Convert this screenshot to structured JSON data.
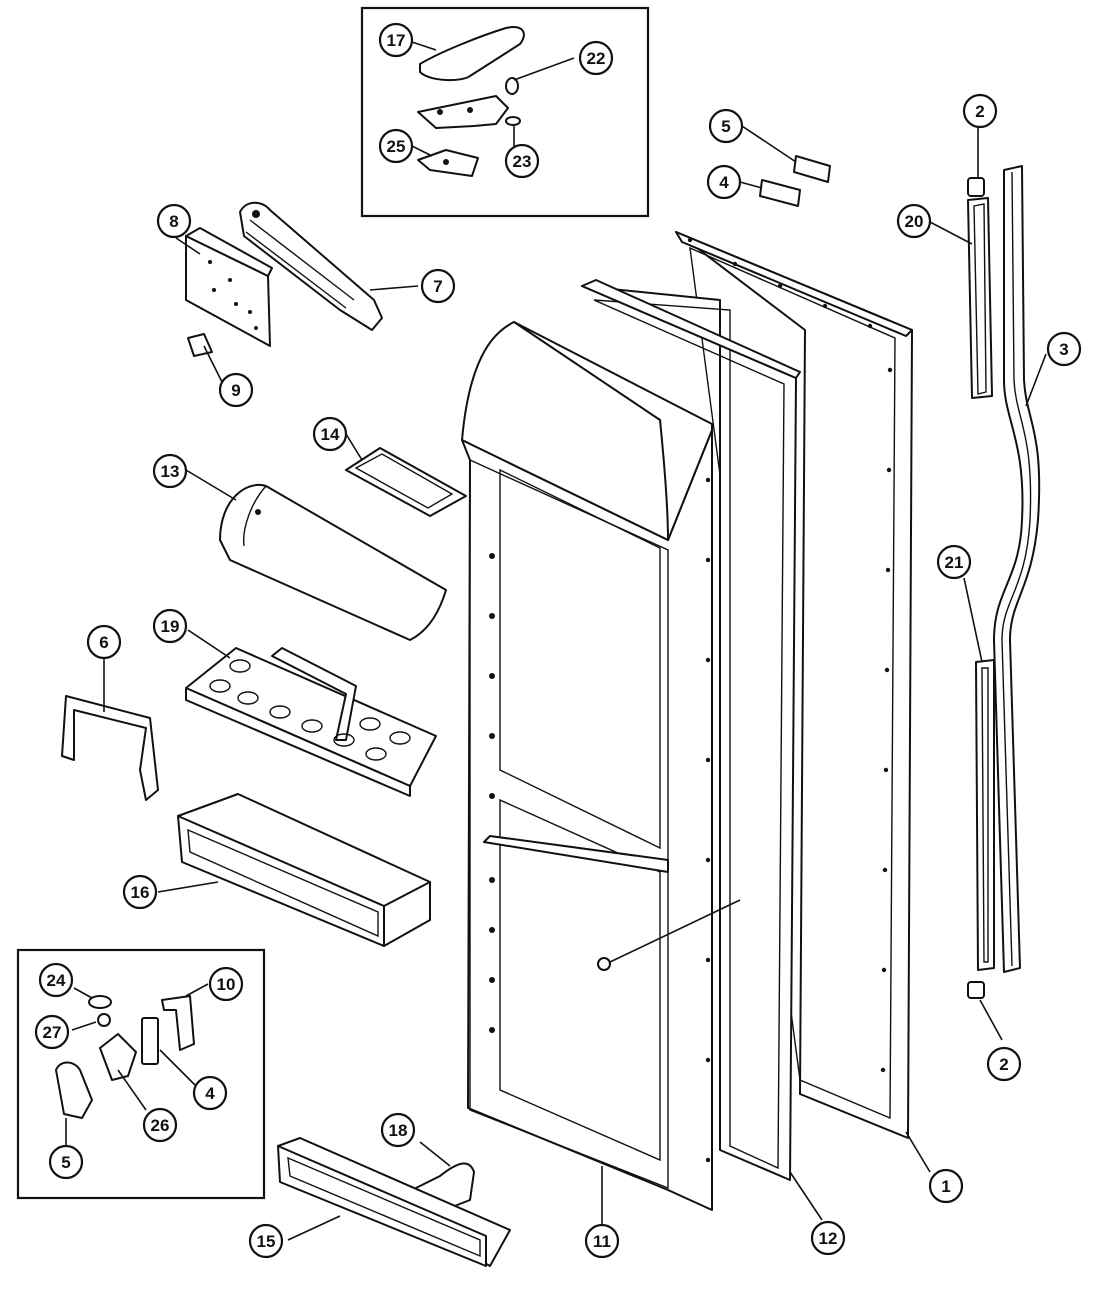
{
  "callouts": [
    {
      "label": "17"
    },
    {
      "label": "22"
    },
    {
      "label": "25"
    },
    {
      "label": "23"
    },
    {
      "label": "5"
    },
    {
      "label": "4"
    },
    {
      "label": "2"
    },
    {
      "label": "8"
    },
    {
      "label": "7"
    },
    {
      "label": "20"
    },
    {
      "label": "3"
    },
    {
      "label": "9"
    },
    {
      "label": "14"
    },
    {
      "label": "13"
    },
    {
      "label": "21"
    },
    {
      "label": "19"
    },
    {
      "label": "6"
    },
    {
      "label": "16"
    },
    {
      "label": "24"
    },
    {
      "label": "10"
    },
    {
      "label": "27"
    },
    {
      "label": "4"
    },
    {
      "label": "26"
    },
    {
      "label": "5"
    },
    {
      "label": "18"
    },
    {
      "label": "2"
    },
    {
      "label": "15"
    },
    {
      "label": "11"
    },
    {
      "label": "12"
    },
    {
      "label": "1"
    }
  ]
}
